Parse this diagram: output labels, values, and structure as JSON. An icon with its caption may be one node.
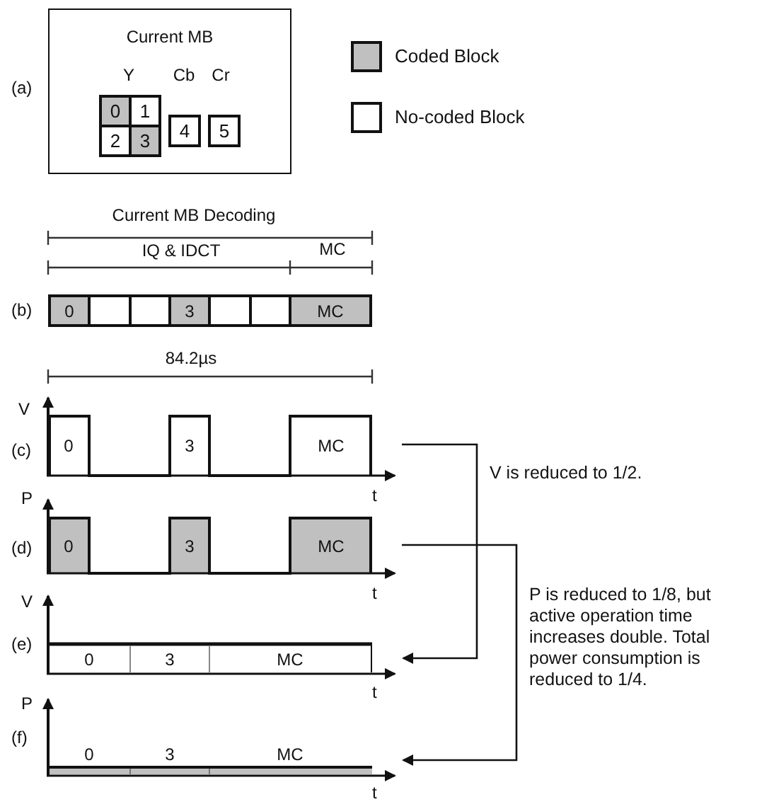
{
  "diagram": {
    "nodes": [
      {
        "text": [
          "Current MB"
        ],
        "beside": [
          "(a)"
        ]
      },
      {
        "text": [
          "0"
        ],
        "in": 0
      },
      {
        "text": [
          "1"
        ],
        "in": 0
      },
      {
        "text": [
          "2"
        ],
        "in": 0
      },
      {
        "text": [
          "3"
        ],
        "in": 0
      },
      {
        "text": [
          "4"
        ],
        "in": 0
      },
      {
        "text": [
          "5"
        ],
        "in": 0
      },
      {
        "text": [],
        "shape": "bar",
        "beside": [
          "(b)"
        ]
      },
      {
        "text": [
          "0"
        ],
        "in": 7
      },
      {
        "text": [],
        "shape": "box",
        "in": 7
      },
      {
        "text": [],
        "shape": "box",
        "in": 7
      },
      {
        "text": [
          "3"
        ],
        "in": 7
      },
      {
        "text": [],
        "shape": "box",
        "in": 7
      },
      {
        "text": [],
        "shape": "box",
        "in": 7
      },
      {
        "text": [
          "MC"
        ],
        "in": 7
      },
      {
        "text": [
          "0",
          "3",
          "MC"
        ],
        "beside": [
          "(c)"
        ]
      },
      {
        "text": [
          "0",
          "3",
          "MC"
        ],
        "beside": [
          "(d)"
        ]
      },
      {
        "text": [
          "0",
          "3",
          "MC"
        ],
        "beside": [
          "(e)"
        ]
      },
      {
        "text": [
          "0",
          "3",
          "MC"
        ],
        "beside": [
          "(f)"
        ]
      }
    ],
    "edges": [
      {
        "from": 15,
        "to": 17,
        "arrow": "to",
        "label": "V is reduced to 1/2."
      },
      {
        "from": 16,
        "to": 18,
        "arrow": "to",
        "label": "P is reduced to 1/8, but active operation time increases double. Total power consumption is reduced to 1/4."
      }
    ],
    "labels": [
      "Y",
      "Cb",
      "Cr",
      "Current MB Decoding",
      "IQ & IDCT",
      "MC",
      "84.2µs",
      "V",
      "P",
      "t",
      "V",
      "t",
      "P",
      "t",
      "t"
    ],
    "legend": [
      {
        "text": "Coded Block",
        "color": "#c0c0c0"
      },
      {
        "text": "No-coded Block",
        "color": "#ffffff"
      }
    ]
  }
}
